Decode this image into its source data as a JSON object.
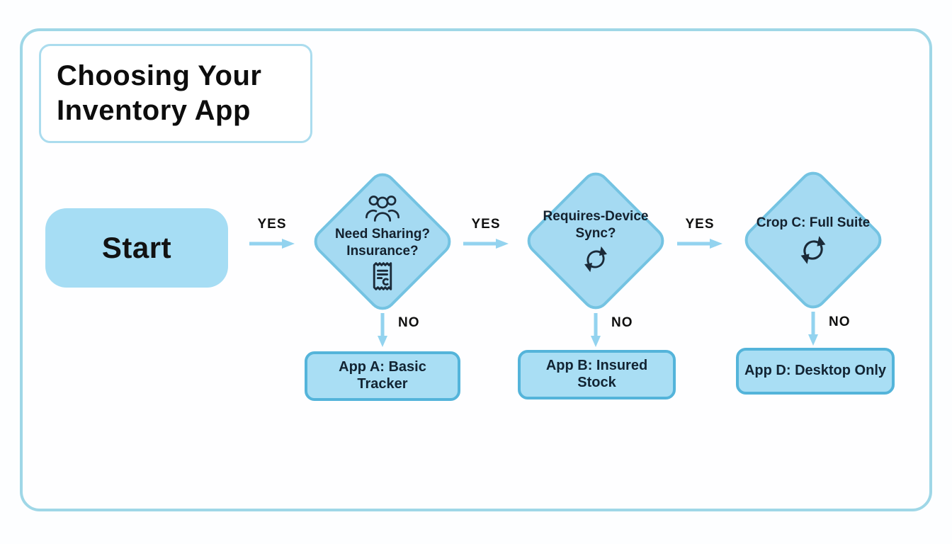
{
  "title": {
    "line1": "Choosing Your",
    "line2": "Inventory App"
  },
  "start_label": "Start",
  "labels": {
    "yes1": "YES",
    "yes2": "YES",
    "yes3": "YES",
    "no1": "NO",
    "no2": "NO",
    "no3": "NO"
  },
  "decisions": [
    {
      "line1": "Need Sharing?",
      "line2": "Insurance?",
      "icons": [
        "people-icon",
        "receipt-icon"
      ]
    },
    {
      "line1": "Requires-Device",
      "line2": "Sync?",
      "icons": [
        "sync-icon"
      ]
    },
    {
      "line1": "Crop C: Full Suite",
      "line2": "",
      "icons": [
        "sync-icon"
      ]
    }
  ],
  "results": [
    {
      "line1": "App A: Basic",
      "line2": "Tracker"
    },
    {
      "line1": "App B: Insured",
      "line2": "Stock"
    },
    {
      "line1": "App D: Desktop Only",
      "line2": ""
    }
  ],
  "colors": {
    "node_fill": "#a5daf2",
    "node_border": "#74c3e2",
    "result_fill": "#a9def4",
    "result_border": "#54b4da",
    "arrow": "#93d3ef",
    "frame_border": "#9fd7e7",
    "text_dark": "#14212e"
  }
}
